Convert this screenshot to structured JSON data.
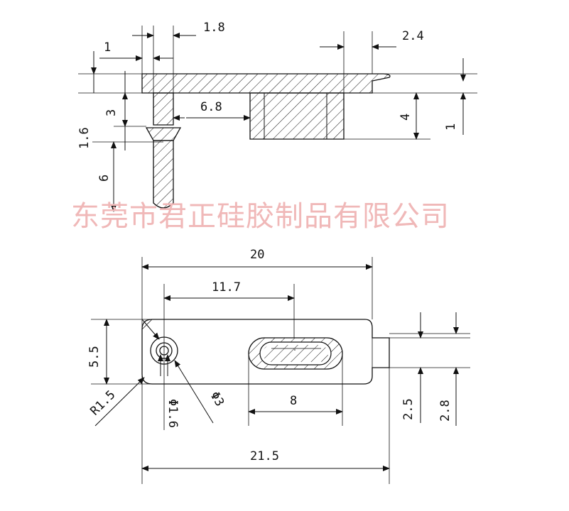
{
  "watermark": "东莞市君正硅胶制品有限公司",
  "side_view": {
    "dimensions": {
      "d_1_8": "1.8",
      "d_1": "1",
      "d_2_4": "2.4",
      "d_6_8": "6.8",
      "d_3": "3",
      "d_1_6": "1.6",
      "d_6": "6",
      "d_4": "4",
      "d_1_right": "1"
    }
  },
  "top_view": {
    "dimensions": {
      "d_20": "20",
      "d_11_7": "11.7",
      "d_5_5": "5.5",
      "d_r1_5": "R1.5",
      "d_phi1_6": "Φ1.6",
      "d_phi3": "Φ3",
      "d_8": "8",
      "d_21_5": "21.5",
      "d_2_5": "2.5",
      "d_2_8": "2.8"
    }
  }
}
